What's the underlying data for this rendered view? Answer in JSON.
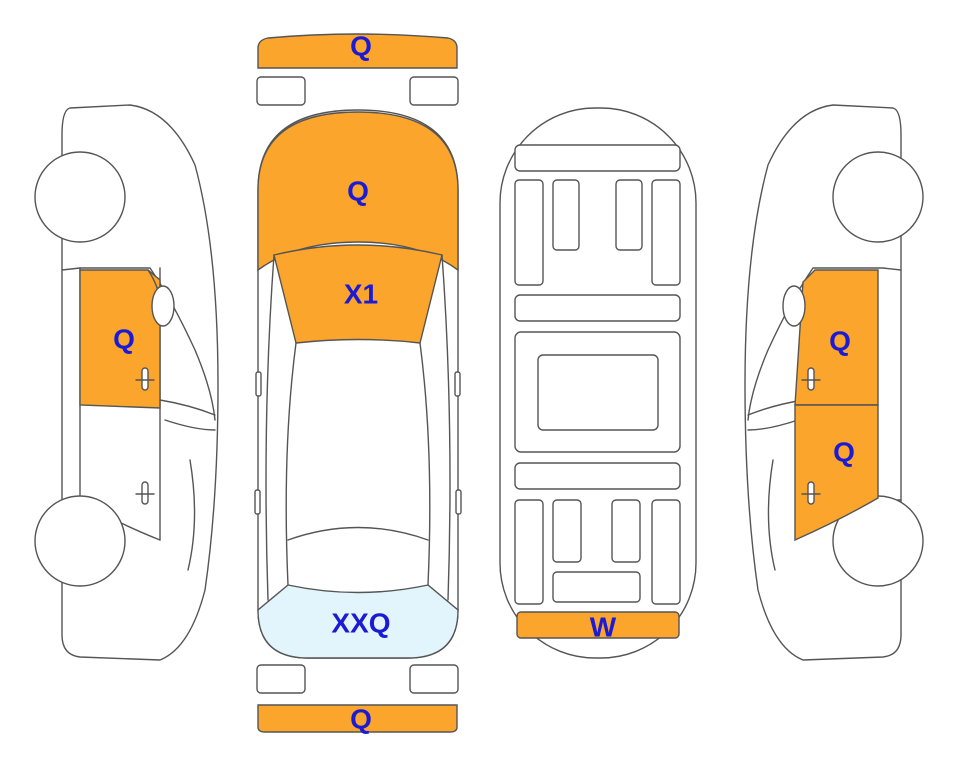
{
  "colors": {
    "damaged": "#fba52c",
    "light": "#e2f5fc",
    "label": "#1b1bd6",
    "outline": "#555555"
  },
  "labels": {
    "front_bumper": "Q",
    "hood": "Q",
    "windshield": "X1",
    "rear_window": "XXQ",
    "rear_bumper": "Q",
    "trunk_sill": "W",
    "left_front_door": "Q",
    "right_front_door": "Q",
    "right_rear_door": "Q"
  }
}
